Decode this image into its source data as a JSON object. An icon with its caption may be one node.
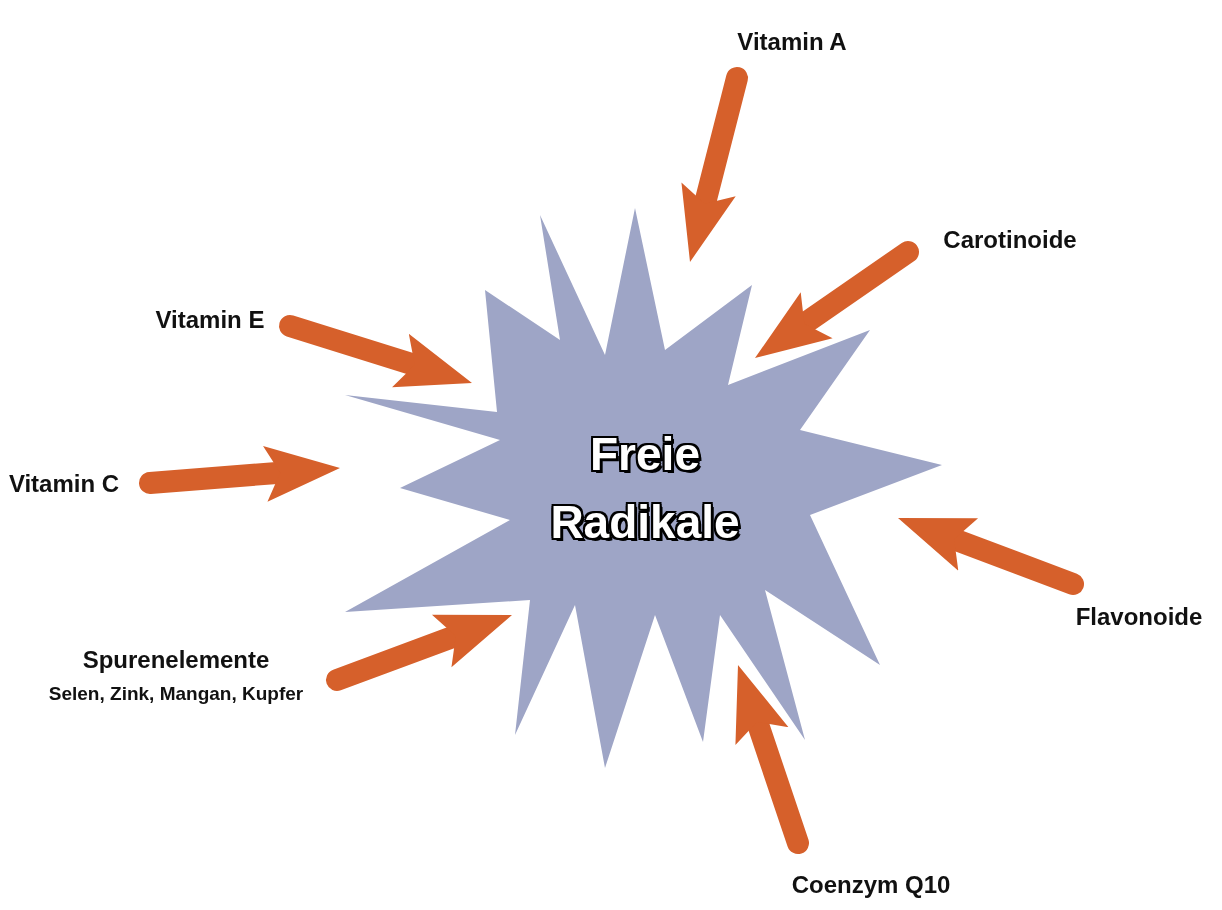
{
  "diagram": {
    "nodes": [
      {
        "text": [
          "Vitamin A"
        ]
      },
      {
        "text": [
          "Carotinoide"
        ]
      },
      {
        "text": [
          "Vitamin E"
        ]
      },
      {
        "text": [
          "Freie Radikale"
        ]
      },
      {
        "text": [
          "Vitamin C"
        ]
      },
      {
        "text": [
          "Flavonoide"
        ]
      },
      {
        "text": [
          "Spurenelemente",
          "Selen, Zink, Mangan, Kupfer"
        ]
      },
      {
        "text": [
          "Coenzym Q10"
        ]
      }
    ],
    "edges": [
      {
        "from": 0,
        "to": 3,
        "arrow": "to"
      },
      {
        "from": 1,
        "to": 3,
        "arrow": "to"
      },
      {
        "from": 2,
        "to": 3,
        "arrow": "to"
      },
      {
        "from": 4,
        "to": 3,
        "arrow": "to"
      },
      {
        "from": 5,
        "to": 3,
        "arrow": "to"
      },
      {
        "from": 6,
        "to": 3,
        "arrow": "to"
      },
      {
        "from": 7,
        "to": 3,
        "arrow": "to"
      }
    ]
  }
}
